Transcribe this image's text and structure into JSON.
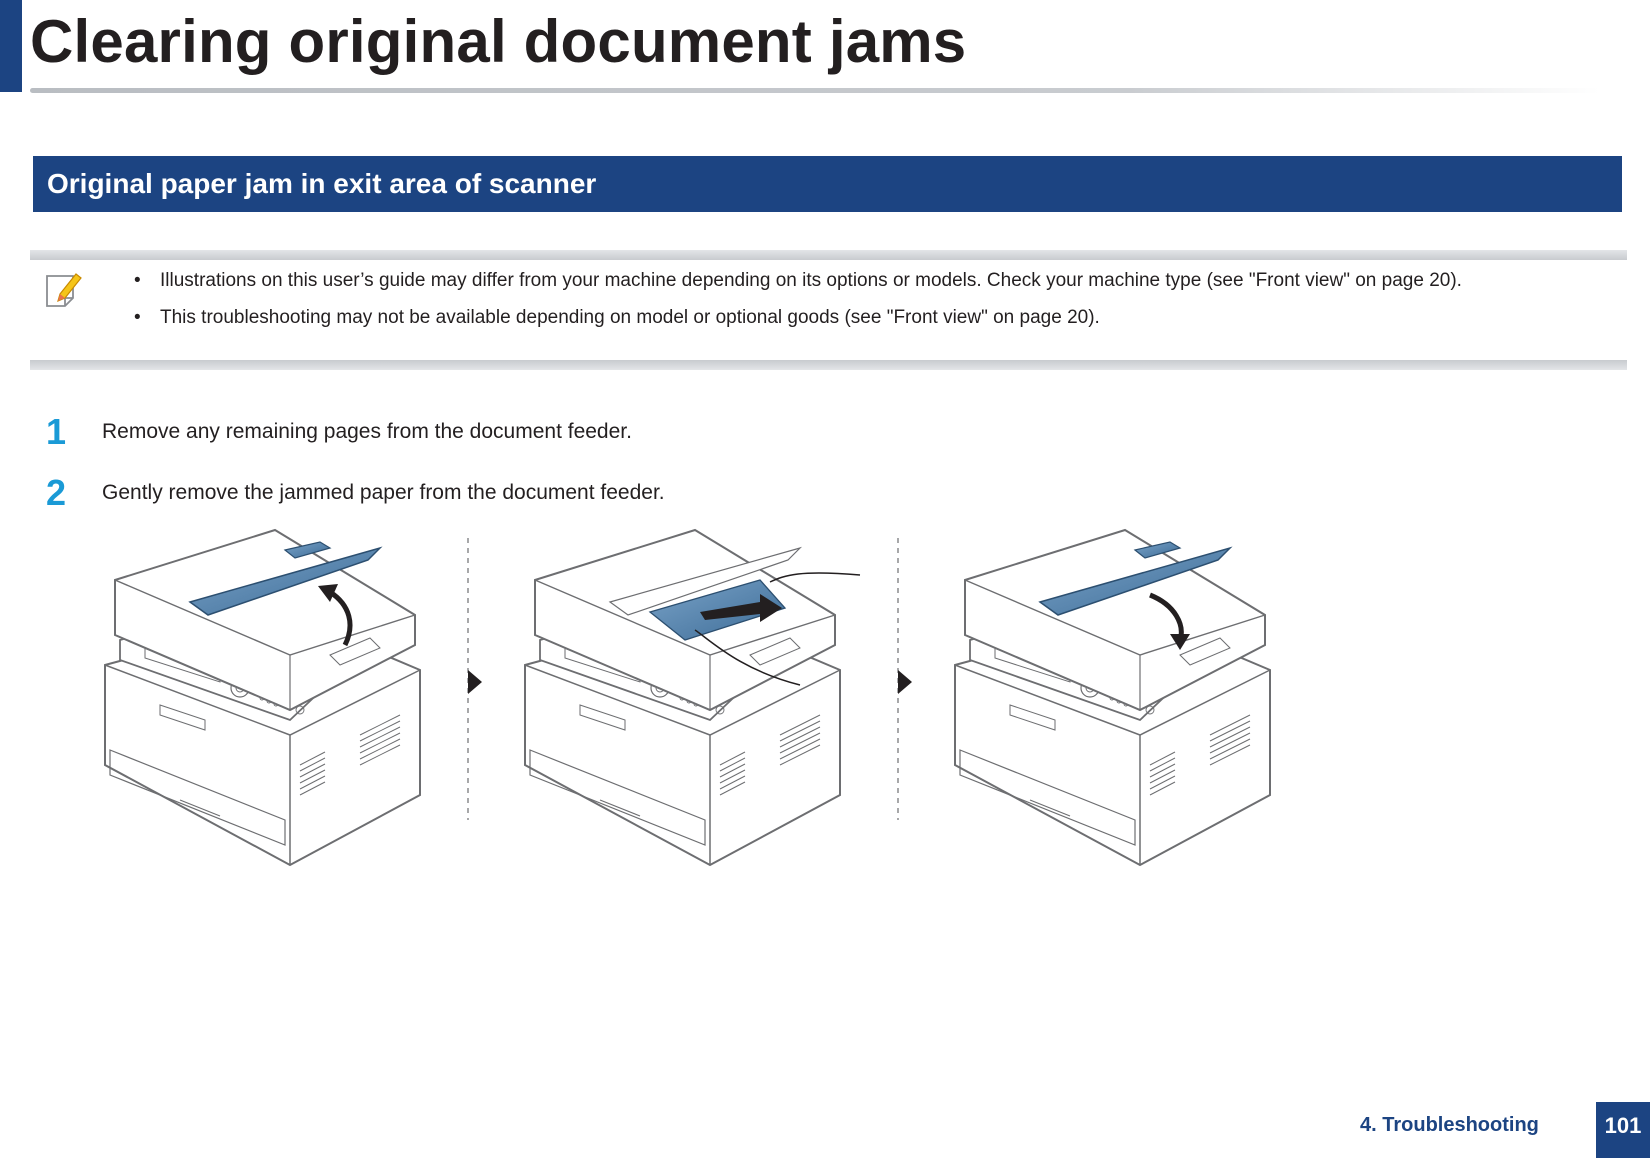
{
  "page": {
    "title": "Clearing original document jams",
    "section_title": "Original paper jam in exit area of scanner"
  },
  "note": {
    "icon": "note-pencil-icon",
    "items": [
      "Illustrations on this user’s guide may differ from your machine depending on its options or models. Check your machine type (see \"Front view\" on page 20).",
      "This troubleshooting may not be available depending on model or optional goods (see \"Front view\" on page 20)."
    ]
  },
  "steps": [
    {
      "number": "1",
      "text": "Remove any remaining pages from the document feeder."
    },
    {
      "number": "2",
      "text": "Gently remove the jammed paper from the document feeder."
    }
  ],
  "footer": {
    "chapter": "4. Troubleshooting",
    "page_number": "101"
  },
  "colors": {
    "brand_blue": "#1c4482",
    "step_number": "#1a9ad6",
    "tray_blue": "#4f7ea8"
  }
}
